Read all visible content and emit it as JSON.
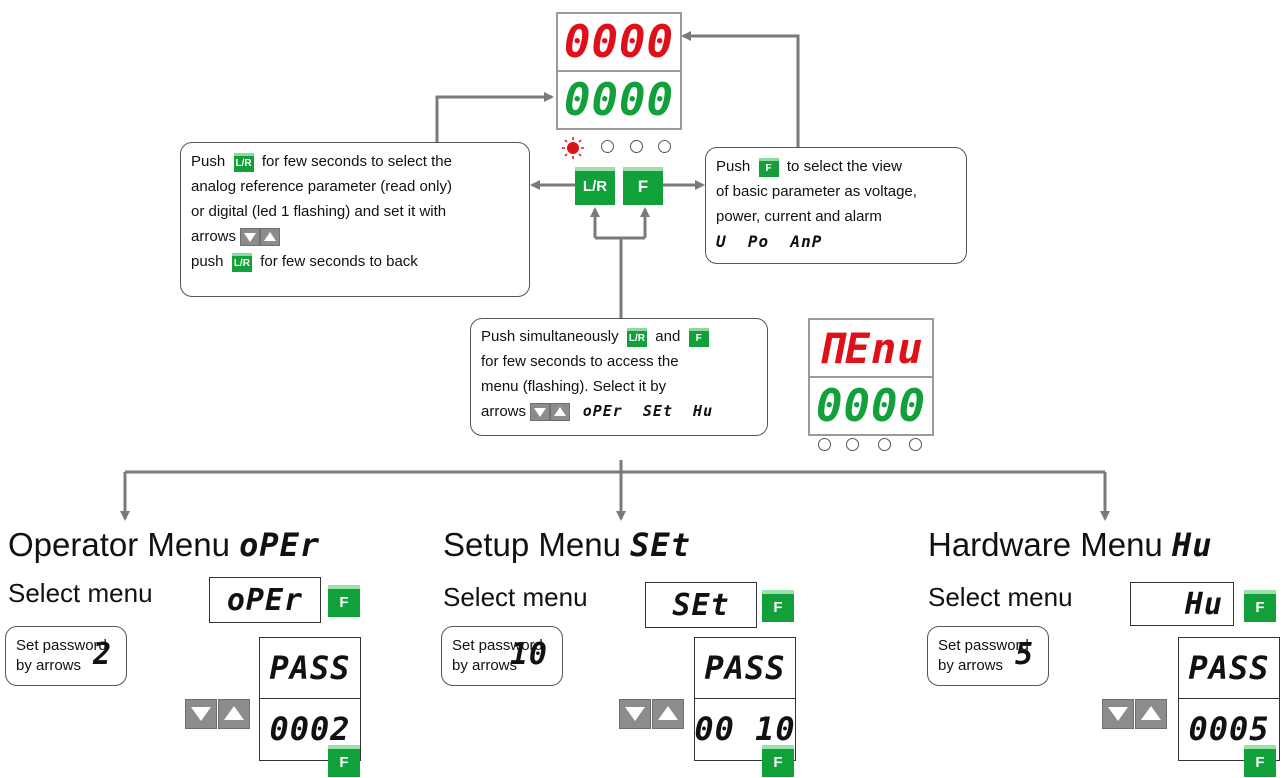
{
  "display_top": {
    "line1": "0000",
    "line2": "0000",
    "line1_color": "#e0101a",
    "line2_color": "#12a03a"
  },
  "display_menu": {
    "line1": "ΠEnu",
    "line2": "0000"
  },
  "buttons": {
    "lr": "L/R",
    "f": "F"
  },
  "boxes": {
    "left": {
      "l1a": "Push",
      "l1b": "for few seconds to select the",
      "l2": "analog reference parameter (read only)",
      "l3": "or digital (led 1 flashing) and set it with",
      "l4": "arrows",
      "l5a": "push",
      "l5b": "for few seconds to back"
    },
    "right": {
      "l1a": "Push",
      "l1b": "to select the view",
      "l2": "of basic parameter as voltage,",
      "l3": "power, current and alarm",
      "codes": "U  Po  AnP"
    },
    "center": {
      "l1a": "Push simultaneously",
      "l1b": "and",
      "l2": "for few seconds to access the",
      "l3": "menu (flashing). Select it by",
      "l4": "arrows",
      "codes": "oPEr  SEt  Hu"
    }
  },
  "menus": [
    {
      "title": "Operator Menu",
      "code": "oPEr",
      "select": "Select menu",
      "box": "oPEr",
      "pw_label1": "Set password",
      "pw_label2": "by arrows",
      "pw_value": "2",
      "pass": "PASS",
      "value": "0002"
    },
    {
      "title": "Setup Menu",
      "code": "SEt",
      "select": "Select menu",
      "box": "SEt",
      "pw_label1": "Set password",
      "pw_label2": "by arrows",
      "pw_value": "10",
      "pass": "PASS",
      "value": "00 10"
    },
    {
      "title": "Hardware Menu",
      "code": "Hu",
      "select": "Select menu",
      "box": "Hu",
      "pw_label1": "Set password",
      "pw_label2": "by arrows",
      "pw_value": "5",
      "pass": "PASS",
      "value": "0005"
    }
  ],
  "colors": {
    "green": "#12a03a",
    "red": "#e0101a",
    "gray": "#8c8c8c",
    "arrow": "#7a7a7a"
  }
}
